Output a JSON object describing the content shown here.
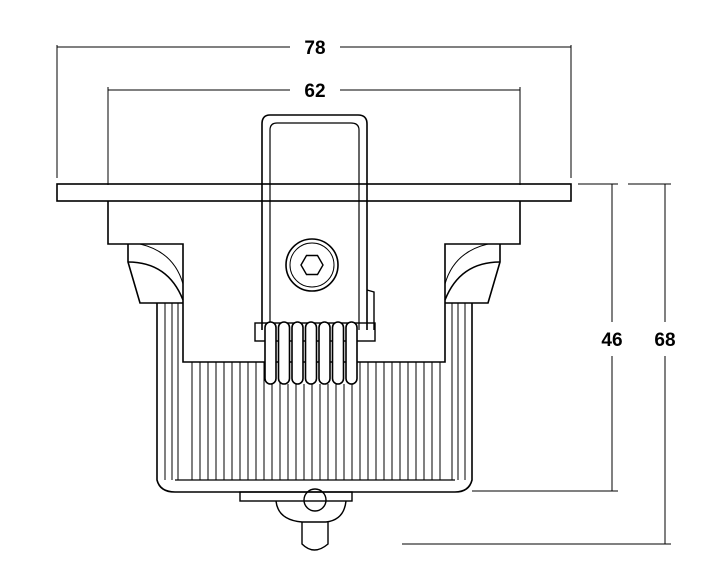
{
  "dimensions": {
    "overall_width": "78",
    "cutout_width": "62",
    "body_height": "46",
    "overall_height": "68"
  }
}
